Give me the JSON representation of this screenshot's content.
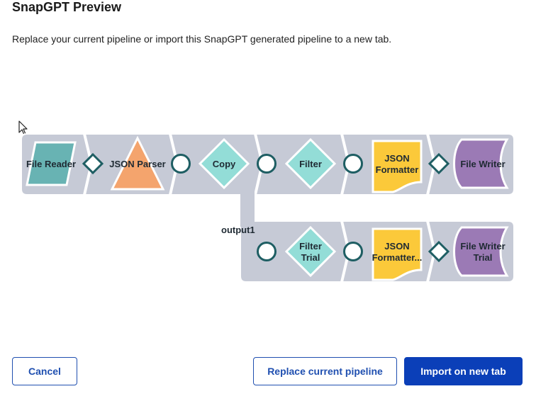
{
  "dialog": {
    "title": "SnapGPT Preview",
    "description": "Replace your current pipeline or import this SnapGPT generated pipeline to a new tab."
  },
  "pipeline": {
    "main_snaps": [
      {
        "label_lines": [
          "File Reader"
        ],
        "shape": "parallelogram",
        "color": "#68b3b3"
      },
      {
        "label_lines": [
          "JSON Parser"
        ],
        "shape": "triangle",
        "color": "#f4a46d"
      },
      {
        "label_lines": [
          "Copy"
        ],
        "shape": "diamond",
        "color": "#93ddd7"
      },
      {
        "label_lines": [
          "Filter"
        ],
        "shape": "diamond",
        "color": "#93ddd7"
      },
      {
        "label_lines": [
          "JSON",
          "Formatter"
        ],
        "shape": "document",
        "color": "#fbc93a"
      },
      {
        "label_lines": [
          "File Writer"
        ],
        "shape": "writer",
        "color": "#9b7ab5"
      }
    ],
    "branch_label": "output1",
    "branch_snaps": [
      {
        "label_lines": [
          "Filter",
          "Trial"
        ],
        "shape": "diamond",
        "color": "#93ddd7"
      },
      {
        "label_lines": [
          "JSON",
          "Formatter..."
        ],
        "shape": "document",
        "color": "#fbc93a"
      },
      {
        "label_lines": [
          "File Writer",
          "Trial"
        ],
        "shape": "writer",
        "color": "#9b7ab5"
      }
    ],
    "colors": {
      "track": "#c6cad6",
      "port_stroke": "#1e5e63",
      "port_fill": "#ffffff"
    }
  },
  "buttons": {
    "cancel": "Cancel",
    "replace": "Replace current pipeline",
    "import": "Import on new tab"
  }
}
